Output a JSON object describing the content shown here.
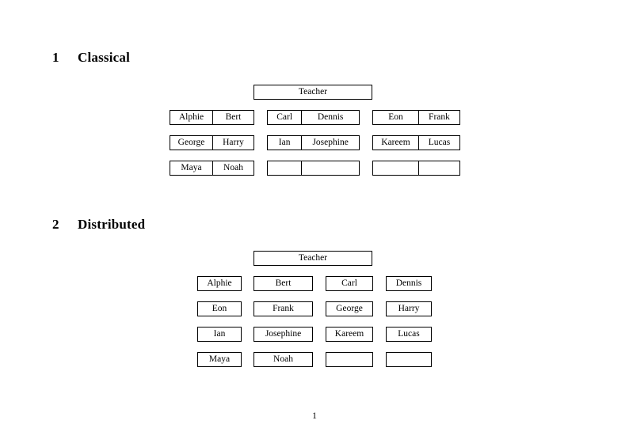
{
  "document": {
    "page_number": "1"
  },
  "sections": [
    {
      "number": "1",
      "title": "Classical",
      "teacher_label": "Teacher",
      "layout": "grouped-pairs",
      "groups": [
        {
          "name": "group-a",
          "rows": [
            [
              "Alphie",
              "Bert"
            ],
            [
              "George",
              "Harry"
            ],
            [
              "Maya",
              "Noah"
            ]
          ]
        },
        {
          "name": "group-b",
          "rows": [
            [
              "Carl",
              "Dennis"
            ],
            [
              "Ian",
              "Josephine"
            ],
            [
              "",
              ""
            ]
          ]
        },
        {
          "name": "group-c",
          "rows": [
            [
              "Eon",
              "Frank"
            ],
            [
              "Kareem",
              "Lucas"
            ],
            [
              "",
              ""
            ]
          ]
        }
      ]
    },
    {
      "number": "2",
      "title": "Distributed",
      "teacher_label": "Teacher",
      "layout": "independent-cells",
      "rows": [
        [
          "Alphie",
          "Bert",
          "Carl",
          "Dennis"
        ],
        [
          "Eon",
          "Frank",
          "George",
          "Harry"
        ],
        [
          "Ian",
          "Josephine",
          "Kareem",
          "Lucas"
        ],
        [
          "Maya",
          "Noah",
          "",
          ""
        ]
      ]
    }
  ]
}
